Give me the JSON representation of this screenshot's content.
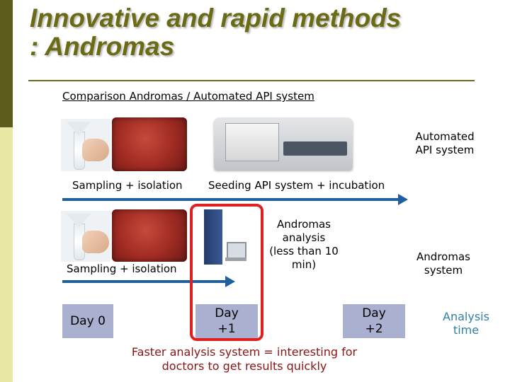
{
  "slide": {
    "title_line1": "Innovative and rapid methods",
    "title_line2": ": Andromas",
    "subtitle": "Comparison Andromas / Automated API system"
  },
  "api_row": {
    "system_label_line1": "Automated",
    "system_label_line2": "API system",
    "step1": "Sampling + isolation",
    "step2": "Seeding API system + incubation"
  },
  "andromas_row": {
    "step1": "Sampling + isolation",
    "analysis_line1": "Andromas",
    "analysis_line2": "analysis",
    "analysis_line3": "(less than 10",
    "analysis_line4": "min)",
    "system_label_line1": "Andromas",
    "system_label_line2": "system"
  },
  "timeline": {
    "day0": "Day 0",
    "day1_line1": "Day",
    "day1_line2": "+1",
    "day2_line1": "Day",
    "day2_line2": "+2",
    "axis_label_line1": "Analysis",
    "axis_label_line2": "time"
  },
  "conclusion": {
    "line1": "Faster analysis system = interesting for",
    "line2": "doctors to get results quickly"
  },
  "colors": {
    "title": "#6b6b16",
    "arrow": "#1f5f9e",
    "highlight": "#e02020",
    "day_box": "#a9b0d0",
    "conclusion_text": "#8a1414",
    "analysis_time_text": "#2f7fa6"
  }
}
